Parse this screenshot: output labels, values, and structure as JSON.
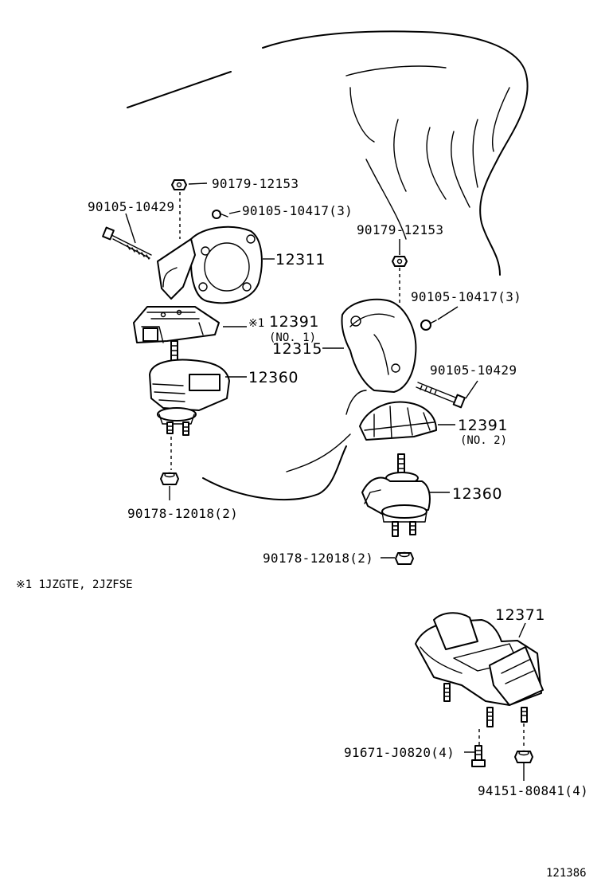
{
  "labels": {
    "p90179_12153_a": "90179-12153",
    "p90105_10429_a": "90105-10429",
    "p90105_10417_a": "90105-10417(3)",
    "p12311": "12311",
    "p12391_marker": "※1",
    "p12391_a": "12391",
    "p12391_no1": "(NO. 1)",
    "p12360_a": "12360",
    "p90178_12018_a": "90178-12018(2)",
    "p90179_12153_b": "90179-12153",
    "p90105_10417_b": "90105-10417(3)",
    "p12315": "12315",
    "p90105_10429_b": "90105-10429",
    "p12391_b": "12391",
    "p12391_no2": "(NO. 2)",
    "p12360_b": "12360",
    "p90178_12018_b": "90178-12018(2)",
    "p12371": "12371",
    "p91671_j0820": "91671-J0820(4)",
    "p94151_80841": "94151-80841(4)"
  },
  "footnote": "※1 1JZGTE, 2JZFSE",
  "figure_id": "121386"
}
